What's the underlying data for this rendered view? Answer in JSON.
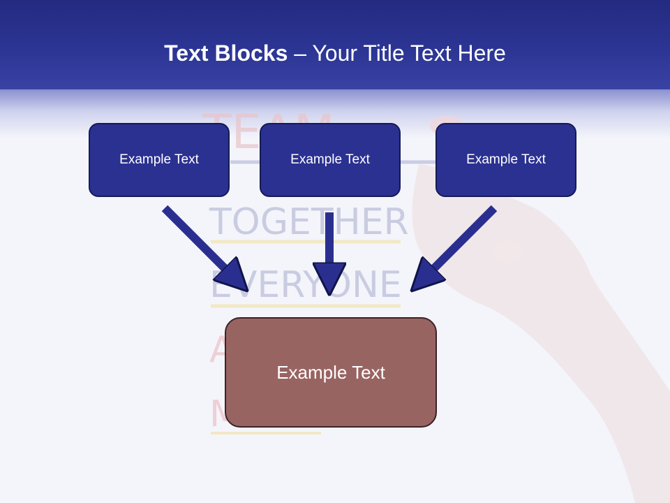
{
  "header": {
    "title_bold": "Text Blocks",
    "title_dash": " – ",
    "title_rest": "Your Title Text Here"
  },
  "background": {
    "words": [
      "TEAM",
      "TOGETHER",
      "EVERYONE",
      "A",
      "M"
    ]
  },
  "diagram": {
    "top_boxes": [
      {
        "label": "Example Text"
      },
      {
        "label": "Example Text"
      },
      {
        "label": "Example Text"
      }
    ],
    "bottom_box": {
      "label": "Example Text"
    }
  },
  "colors": {
    "header": "#2c3594",
    "box_fill": "#2b3191",
    "box_border": "#151a55",
    "bottom_fill": "#986462",
    "arrow": "#2a2f8f"
  }
}
